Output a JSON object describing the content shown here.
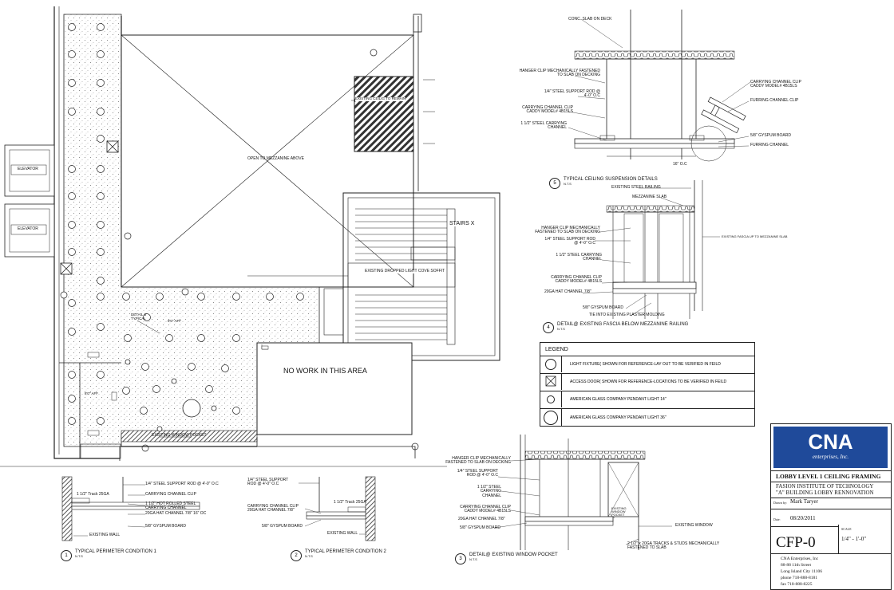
{
  "plan": {
    "open_to_mezzanine": "OPEN TO MEZZANINE ABOVE",
    "existing_ceiling_to_remain": "EXISTING CEILIG TO REMAIN",
    "elevator_1": "ELEVATOR",
    "elevator_2": "ELEVATOR",
    "stairs": "STAIRS X",
    "existing_dropped_soffit": "EXISTING DROPPED LIGHT COVE SOFFIT",
    "detail_typical": "DETAIL 6 TYPICAL",
    "ceiling_height_main": "9'0\" AFF",
    "ceiling_height_lower": "8'0\" AFF",
    "no_work": "NO WORK IN THIS AREA",
    "existing_window_pocket": "EXISTING WINDOW POCKET"
  },
  "details": {
    "d1": {
      "number": "1",
      "title": "TYPICAL PERIMETER CONDITION 1",
      "scale": "N.T.S",
      "callouts": [
        "1/4\" STEEL SUPPORT ROD @ 4'-0\" O.C",
        "CARRYING CHANNEL CLIP",
        "1 1/2\" HOT ROLLED STEEL CARRYING CHANNEL",
        "20GA HAT CHANNEL 7/8\" 16\" OC",
        "5/8\" GYSPUM BOARD",
        "EXISTING WALL"
      ],
      "track_note": "1 1/2\" Track 25GA"
    },
    "d2": {
      "number": "2",
      "title": "TYPICAL PERIMETER CONDITION 2",
      "scale": "N.T.S",
      "callouts": [
        "1/4\" STEEL SUPPORT ROD @ 4'-0\" O.C",
        "CARRYING CHANNEL CLIP 20GA HAT CHANNEL 7/8\"",
        "5/8\" GYSPUM BOARD",
        "EXISTING WALL"
      ],
      "track_note": "1 1/2\" Track 25GA"
    },
    "d3": {
      "number": "3",
      "title": "DETAIL@ EXISTING WINDOW POCKET",
      "scale": "N.T.S",
      "callouts": [
        "HANGER CLIP MECHANICALLY FASTENED TO SLAB ON DECKING",
        "1/4\" STEEL SUPPORT ROD @ 4'-0\" O.C",
        "1 1/2\" STEEL CARRYING CHANNEL",
        "CARRYING CHANNEL CLIP CADDY MODEL# 4B15LS",
        "20GA HAT CHANNEL 7/8\"",
        "5/8\" GYSPUM BOARD",
        "EXISTING WINDOW POCKET",
        "EXISTING WINDOW",
        "2 1/2\" x 20GA TRACKS & STUDS MECHANICALLY FASTENED TO SLAB"
      ]
    },
    "d4": {
      "number": "4",
      "title": "DETAIL@ EXISTING FASCIA BELOW MEZZANINE RAILING",
      "scale": "N.T.S",
      "callouts": [
        "EXISTING STEEL RAILING",
        "MEZZANINE SLAB",
        "HANGER CLIP MECHANICALLY FASTENED TO SLAB ON DECKING",
        "1/4\" STEEL SUPPORT ROD @ 4'-0\" O.C",
        "1 1/2\" STEEL CARRYING CHANNEL",
        "CARRYING CHANNEL CLIP CADDY MODEL# 4B15LS",
        "20GA HAT CHANNEL 7/8\"",
        "5/8\" GYSPUM BOARD",
        "TIE INTO EXISTING PLASTER MOLDING",
        "EXISTING FASCIA UP TO MEZZANINE SLAB"
      ]
    },
    "d5": {
      "number": "5",
      "title": "TYPICAL CEILING SUSPENSION DETAILS",
      "scale": "N.T.S",
      "callouts": [
        "CONC. SLAB ON DECK",
        "HANGER CLIP MECHANICALLY FASTENED TO SLAB ON DECKING",
        "1/4\" STEEL SUPPORT ROD @ 4'-0\" O.C",
        "CARRYING CHANNEL CLIP CADDY MODEL# 4B15LS",
        "1 1/2\" STEEL CARRYING CHANNEL",
        "CARRYING CHANNEL CLIP CADDY MODEL# 4B15LS",
        "FURRING CHANNEL CLIP",
        "5/8\" GYSPUM BOARD",
        "FURRING CHANNEL"
      ],
      "dimension": "16\" O.C"
    }
  },
  "legend": {
    "title": "LEGEND",
    "items": [
      "LIGHT FIXTURE( SHOWN FOR REFERENCE-LAY OUT TO BE VERIFIED IN FEILD",
      "ACCESS DOOR( SHOWN FOR REFERENCE-LOCATIONS TO BE VERIFIED IN FEILD",
      "AMERICAN GLASS COMPANY PENDANT LIGHT 14\"",
      "AMERICAN GLASS COMPANY PENDANT LIGHT 36\""
    ]
  },
  "title_block": {
    "logo": "CNA",
    "logo_sub": "enterprises, Inc.",
    "sheet_title": "LOBBY LEVEL 1 CEILING FRAMING",
    "project_1": "FASION INSTITUTE OF TECHNOLOGY",
    "project_2": "\"A\" BUILDING LOBBY RENNOVATION",
    "drawn_by_label": "Drawn by:",
    "drawn_by": "Mark Taryer",
    "date_label": "Date:",
    "date": "08/20/2011",
    "scale_label": "SCALE",
    "scale": "1/4\" - 1'-0\"",
    "sheet_no": "CFP-0",
    "company": "CNA Enterprises, Inc",
    "address_1": "88-88 11th Street",
    "address_2": "Long Island City 11106",
    "phone": "phone 718-888-8181",
    "fax": "fax 718-888-8225"
  }
}
